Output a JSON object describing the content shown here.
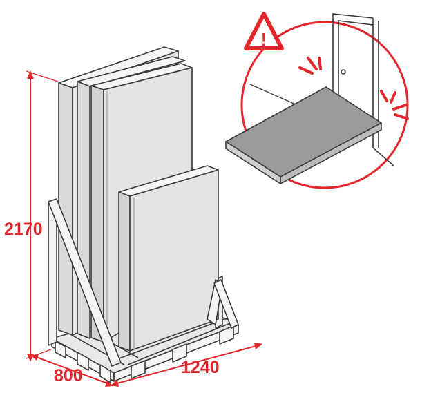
{
  "diagram": {
    "accent_color": "#e3262b",
    "panel_fill": "#e9e9e9",
    "outline_color": "#3a3a3a",
    "dimensions": {
      "height": "2170",
      "width": "800",
      "length": "1240"
    },
    "warning": {
      "icon": "warning-triangle-icon",
      "mark": "!"
    }
  }
}
